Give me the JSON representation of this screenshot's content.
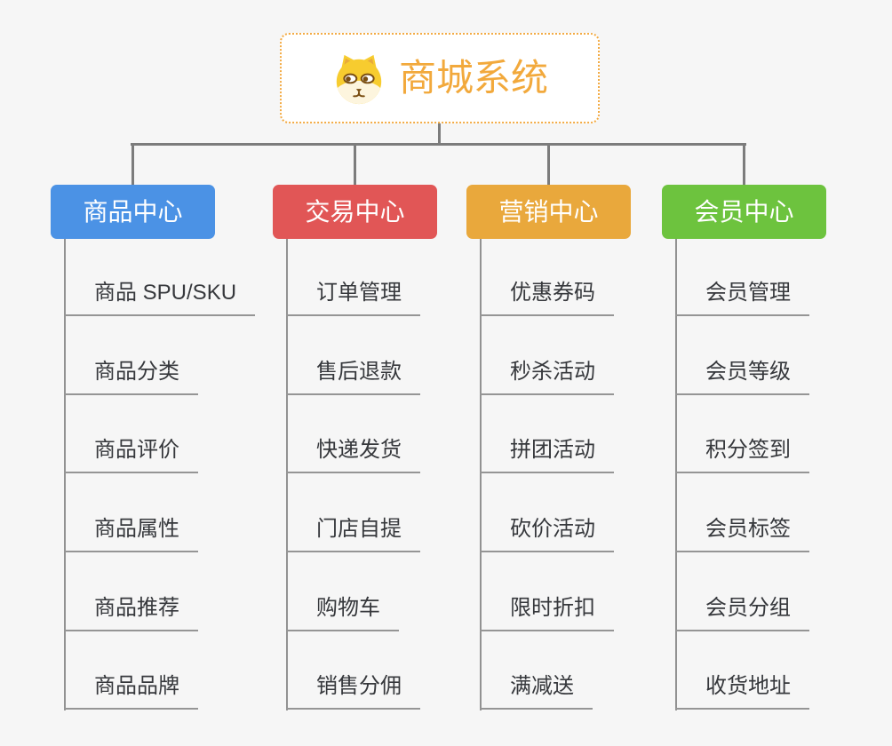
{
  "root": {
    "label": "商城系统",
    "icon": "dog-face-icon",
    "accent_color": "#F2A93C",
    "border_color": "#F3AB44"
  },
  "branches": [
    {
      "label": "商品中心",
      "color": "#4B92E5",
      "children": [
        "商品 SPU/SKU",
        "商品分类",
        "商品评价",
        "商品属性",
        "商品推荐",
        "商品品牌"
      ]
    },
    {
      "label": "交易中心",
      "color": "#E15656",
      "children": [
        "订单管理",
        "售后退款",
        "快递发货",
        "门店自提",
        "购物车",
        "销售分佣"
      ]
    },
    {
      "label": "营销中心",
      "color": "#E9A83C",
      "children": [
        "优惠券码",
        "秒杀活动",
        "拼团活动",
        "砍价活动",
        "限时折扣",
        "满减送"
      ]
    },
    {
      "label": "会员中心",
      "color": "#6DC33E",
      "children": [
        "会员管理",
        "会员等级",
        "积分签到",
        "会员标签",
        "会员分组",
        "收货地址"
      ]
    }
  ]
}
